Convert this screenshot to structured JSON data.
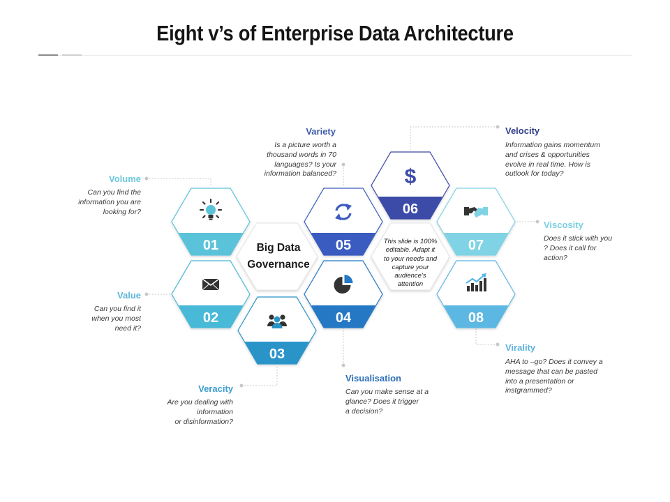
{
  "title": "Eight v’s of Enterprise Data Architecture",
  "center": {
    "heading": "Big Data\nGovernance",
    "note": "This slide is 100%\neditable. Adapt it\nto your needs and\ncapture your\naudience’s\nattention"
  },
  "items": [
    {
      "number": "01",
      "label": "Volume",
      "desc": "Can you find the\ninformation you are\nlooking for?",
      "icon": "lightbulb-icon",
      "color": "#5bc3d9",
      "label_color": "#6cc9de"
    },
    {
      "number": "02",
      "label": "Value",
      "desc": "Can you find it\nwhen you most\nneed it?",
      "icon": "envelope-icon",
      "color": "#49b9d8",
      "label_color": "#5bb7d8"
    },
    {
      "number": "03",
      "label": "Veracity",
      "desc": "Are you dealing with\ninformation\nor disinformation?",
      "icon": "people-icon",
      "color": "#2a94c9",
      "label_color": "#3a9ccf"
    },
    {
      "number": "04",
      "label": "Visualisation",
      "desc": "Can you make sense at a\nglance? Does it trigger\na decision?",
      "icon": "pie-chart-icon",
      "color": "#2478c4",
      "label_color": "#2b6fb5"
    },
    {
      "number": "05",
      "label": "Variety",
      "desc": "Is a picture worth a\nthousand words in 70\nlanguages? Is your\ninformation balanced?",
      "icon": "refresh-icon",
      "color": "#3a5cc0",
      "label_color": "#3d5aa8"
    },
    {
      "number": "06",
      "label": "Velocity",
      "desc": "Information gains momentum\nand crises & opportunities\nevolve in real time. How is\noutlook for today?",
      "icon": "dollar-icon",
      "color": "#3c4aa8",
      "label_color": "#2f3e8e"
    },
    {
      "number": "07",
      "label": "Viscosity",
      "desc": "Does it stick with you\n? Does it call for\naction?",
      "icon": "handshake-icon",
      "color": "#7fd3e4",
      "label_color": "#7acfe2"
    },
    {
      "number": "08",
      "label": "Virality",
      "desc": "AHA to –go? Does it convey a\nmessage that can be pasted\ninto a presentation or\ninstgrammed?",
      "icon": "growth-chart-icon",
      "color": "#5cb8e3",
      "label_color": "#5cb3e0"
    }
  ]
}
